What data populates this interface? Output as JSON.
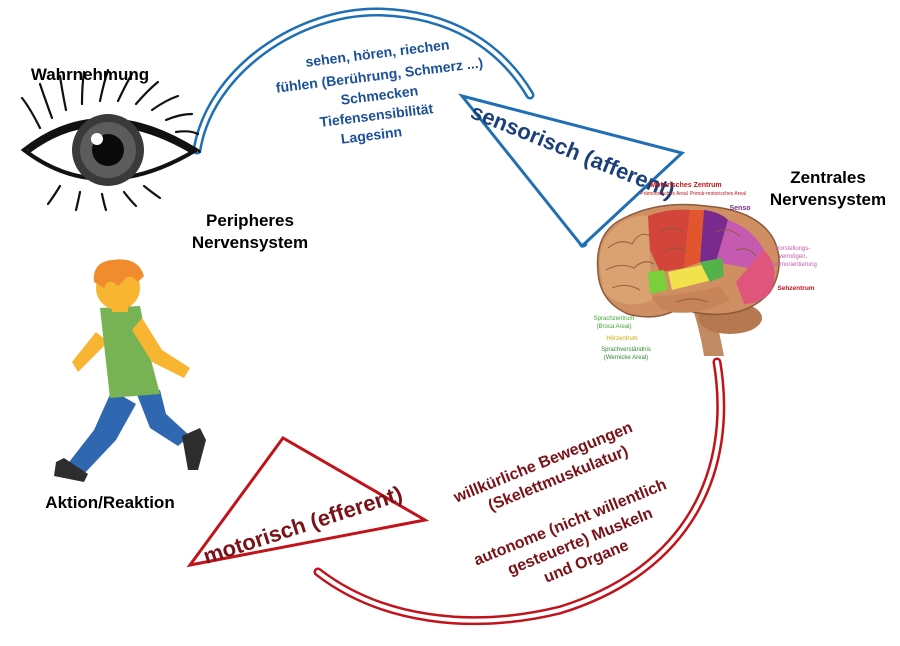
{
  "labels": {
    "perception": "Wahrnehmung",
    "pns_line1": "Peripheres",
    "pns_line2": "Nervensystem",
    "cns_line1": "Zentrales",
    "cns_line2": "Nervensystem",
    "action": "Aktion/Reaktion"
  },
  "sensory": {
    "arrow_label": "sensorisch (afferent)",
    "lines": [
      "sehen, hören, riechen",
      "fühlen (Berührung, Schmerz ...)",
      "Schmecken",
      "Tiefensensibilität",
      "Lagesinn"
    ],
    "color": "#1f6fb5"
  },
  "motor": {
    "arrow_label": "motorisch (efferent)",
    "lines": [
      "willkürliche Bewegungen",
      "(Skelettmuskulatur)",
      "",
      "autonome (nicht willentlich",
      "gesteuerte) Muskeln",
      "und Organe"
    ],
    "color": "#c0141a",
    "text_color": "#7a1218"
  },
  "brain": {
    "motor_center": "Motorisches Zentrum",
    "premotor": "Prämotorisches Areal",
    "primary_motor": "Primär-motorisches Areal",
    "senso": "Senso",
    "imagination_1": "Vorstellungs-",
    "imagination_2": "vermögen,",
    "imagination_3": "Raumorientierung",
    "visual": "Sehzentrum",
    "speech_1": "Sprachzentrum",
    "speech_2": "(Broca Areal)",
    "hearing": "Hörzentrum",
    "understanding_1": "Sprachverständnis",
    "understanding_2": "(Wernicke Areal)"
  }
}
